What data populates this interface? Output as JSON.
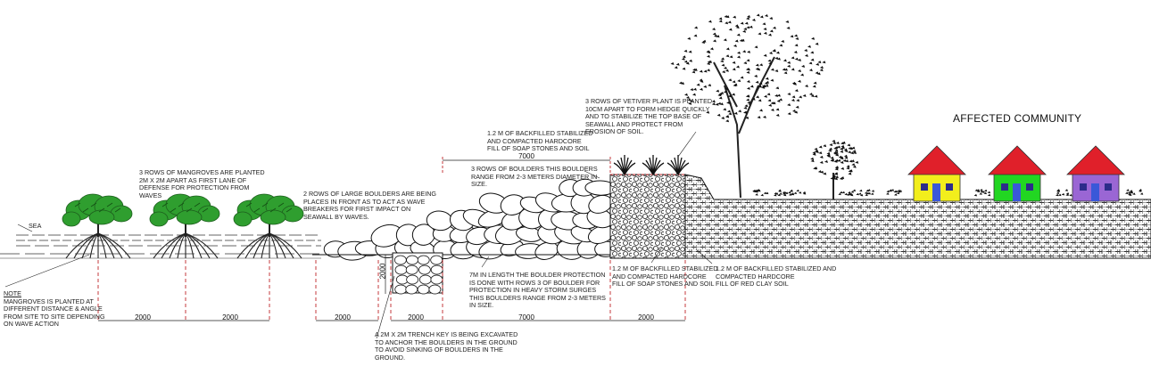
{
  "title": "AFFECTED COMMUNITY",
  "sea_label": "SEA",
  "note": {
    "heading": "NOTE",
    "lines": [
      "MANGROVES IS PLANTED AT",
      "DIFFERENT DISTANCE & ANGLE",
      "FROM SITE TO SITE DEPENDING",
      "ON WAVE ACTION"
    ]
  },
  "annotations": {
    "mangroves": [
      "3 ROWS OF MANGROVES ARE PLANTED",
      "2M X 2M APART AS FIRST LANE OF",
      "DEFENSE FOR PROTECTION FROM",
      "WAVES"
    ],
    "large_boulders": [
      "2 ROWS OF LARGE BOULDERS ARE BEING",
      "PLACES IN FRONT AS TO ACT AS WAVE",
      "BREAKERS FOR FIRST IMPACT ON",
      "SEAWALL BY WAVES."
    ],
    "backfill_top": [
      "1.2 M OF BACKFILLED STABILIZED",
      "AND COMPACTED HARDCORE",
      "FILL OF SOAP STONES AND SOIL"
    ],
    "boulder_rows": [
      "3 ROWS OF BOULDERS THIS BOULDERS",
      "RANGE FROM 2-3 METERS DIAMETER IN",
      "SIZE."
    ],
    "vetiver": [
      "3 ROWS OF VETIVER PLANT IS PLANTED",
      "10CM APART TO FORM HEDGE QUICKLY",
      "AND TO STABILIZE THE TOP BASE OF",
      "SEAWALL AND PROTECT FROM",
      "EROSION OF SOIL."
    ],
    "boulder_protection": [
      "7M IN LENGTH THE BOULDER  PROTECTION",
      "IS DONE WITH ROWS 3 OF BOULDER FOR",
      "PROTECTION IN HEAVY STORM SURGES",
      "THIS BOULDERS RANGE FROM 2-3 METERS",
      "IN SIZE."
    ],
    "backfill_bottom": [
      "1.2 M OF BACKFILLED STABILIZED",
      "AND COMPACTED HARDCORE",
      "FILL OF SOAP STONES AND SOIL"
    ],
    "red_clay": [
      "1.2 M OF BACKFILLED STABILIZED AND",
      "COMPACTED HARDCORE",
      "FILL OF RED CLAY SOIL"
    ],
    "trench": [
      "A 2M X 2M TRENCH KEY IS BEING EXCAVATED",
      "TO ANCHOR THE BOULDERS IN THE GROUND",
      "TO AVOID SINKING OF BOULDERS IN THE",
      "GROUND."
    ]
  },
  "dimensions": {
    "top_span": "7000",
    "trench_depth": "2000",
    "bottom": [
      "2000",
      "2000",
      "2000",
      "2000",
      "7000",
      "2000"
    ]
  },
  "colors": {
    "mangrove": "#2f9e2f",
    "dim_line": "#c0262a",
    "house_roof": "#e0202a",
    "house_walls": [
      "#f2ee1c",
      "#22d622",
      "#9a66d4"
    ],
    "door": "#3a58d8",
    "window": "#2c2c8a",
    "hatch": "#333333"
  }
}
